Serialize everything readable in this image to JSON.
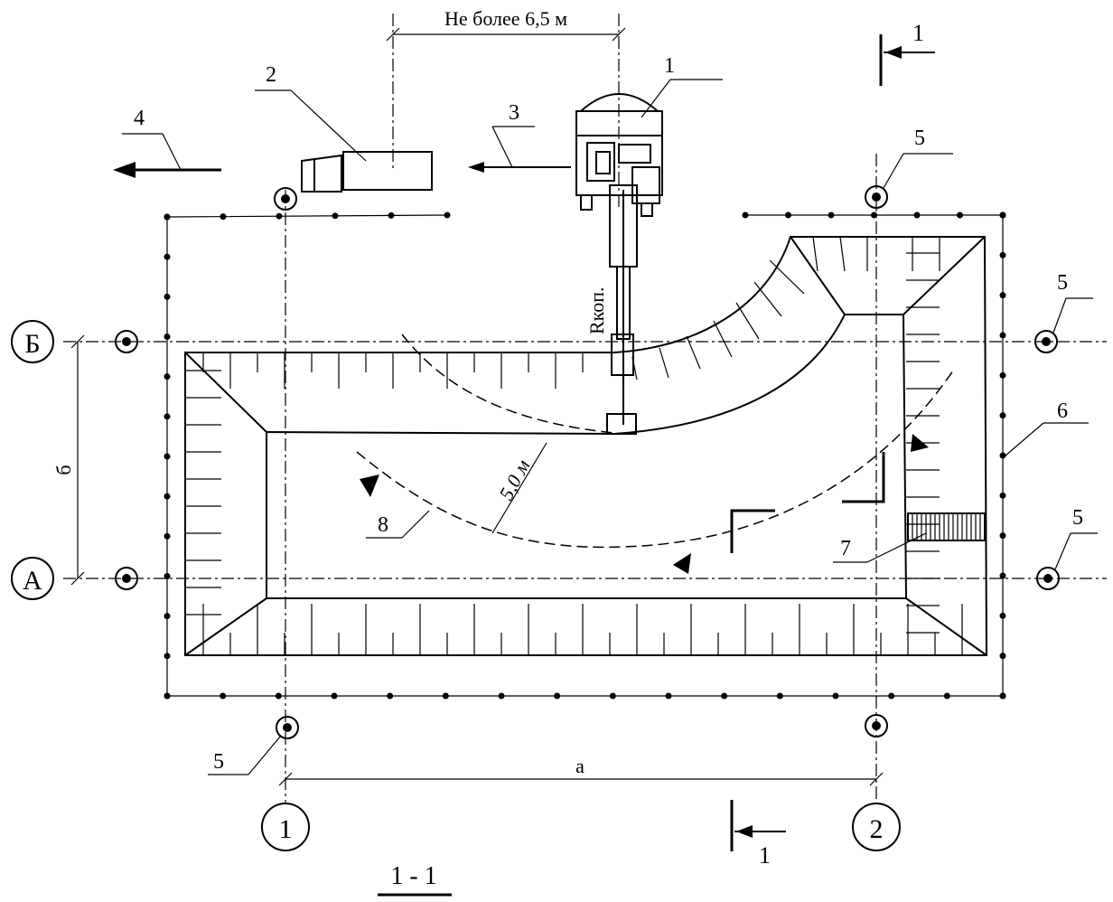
{
  "labels": {
    "dim_top": "Не более 6,5 м",
    "dim_bottom": "а",
    "dim_left": "б",
    "dim_arc": "5,0 м",
    "radius": "Rкоп.",
    "section_title": "1 - 1",
    "section_mark": "1",
    "axis_A": "А",
    "axis_B": "Б",
    "axis_1": "1",
    "axis_2": "2"
  },
  "callouts": {
    "c1": "1",
    "c2": "2",
    "c3": "3",
    "c4": "4",
    "c5": "5",
    "c6": "6",
    "c7": "7",
    "c8": "8"
  }
}
